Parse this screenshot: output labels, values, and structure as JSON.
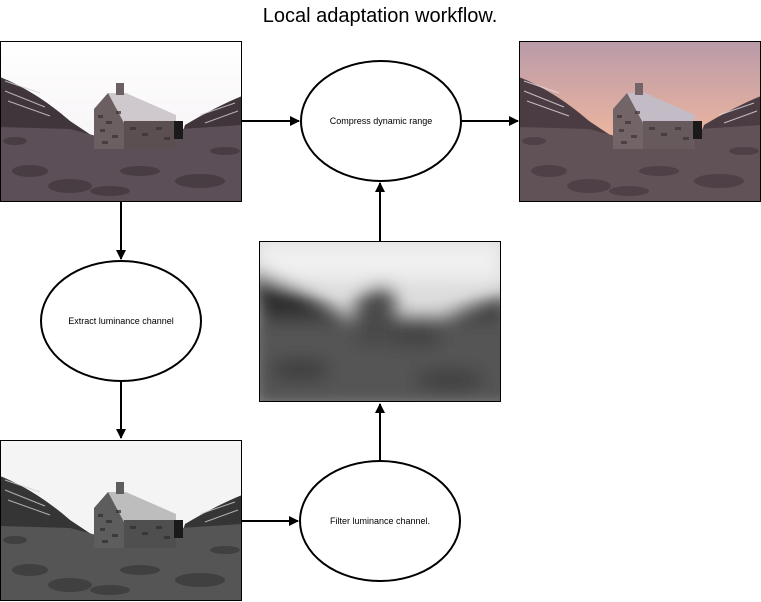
{
  "title": "Local adaptation workflow.",
  "nodes": {
    "compress": "Compress dynamic range",
    "extract": "Extract luminance channel",
    "filter": "Filter luminance channel."
  },
  "images": {
    "original": "photo of stone hut in valley (low dynamic range)",
    "result": "photo of stone hut with sunset sky (tone mapped)",
    "luminance": "grayscale luminance photo of stone hut",
    "blurred": "blurred grayscale luminance image"
  },
  "colors": {
    "stroke": "#000000",
    "background": "#ffffff",
    "sky_result": "#e7b2a0",
    "ground": "#5a4e55"
  }
}
